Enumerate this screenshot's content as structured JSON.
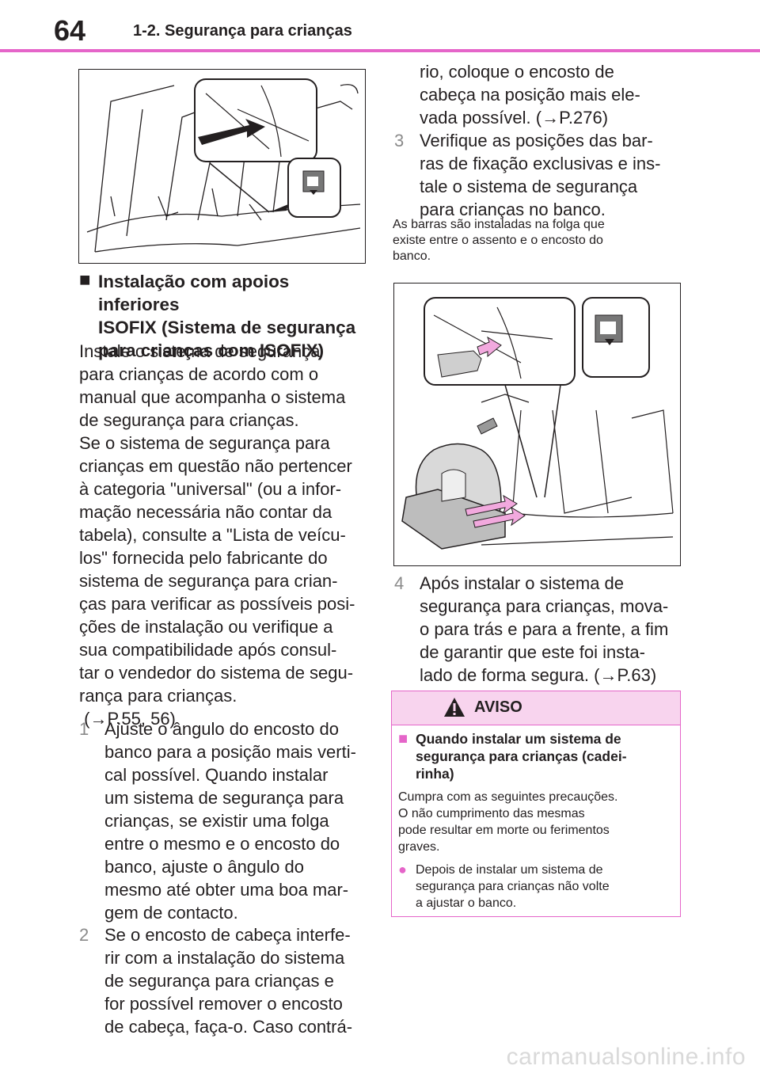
{
  "header": {
    "page_number": "64",
    "section_title": "1-2. Segurança para crianças"
  },
  "left_column": {
    "heading_marker": "■",
    "heading_lines": [
      "Instalação com apoios inferiores",
      "ISOFIX (Sistema de segurança",
      "para crianças com ISOFIX)"
    ],
    "paragraph1_lines": [
      "Instale o sistema de segurança",
      "para crianças de acordo com o",
      "manual que acompanha o sistema",
      "de segurança para crianças."
    ],
    "paragraph2_lines": [
      "Se o sistema de segurança para",
      "crianças em questão não pertencer",
      "à categoria \"universal\" (ou a infor-",
      "mação necessária não contar da",
      "tabela), consulte a \"Lista de veícu-",
      "los\" fornecida pelo fabricante do",
      "sistema de segurança para crian-",
      "ças para verificar as possíveis posi-",
      "ções de instalação ou verifique a",
      "sua compatibilidade após consul-",
      "tar o vendedor do sistema de segu-",
      "rança para crianças.",
      " (→P.55, 56)"
    ],
    "step1": {
      "num": "1",
      "lines": [
        "Ajuste o ângulo do encosto do",
        "banco para a posição mais verti-",
        "cal possível. Quando instalar",
        "um sistema de segurança para",
        "crianças, se existir uma folga",
        "entre o mesmo e o encosto do",
        "banco, ajuste o ângulo do",
        "mesmo até obter uma boa mar-",
        "gem de contacto."
      ]
    },
    "step2": {
      "num": "2",
      "lines": [
        "Se o encosto de cabeça interfe-",
        "rir com a instalação do sistema",
        "de segurança para crianças e",
        "for possível remover o encosto",
        "de cabeça, faça-o. Caso contrá-"
      ]
    }
  },
  "right_column": {
    "step2_cont_lines": [
      "rio, coloque o encosto de",
      "cabeça na posição mais ele-",
      "vada possível. (→P.276)"
    ],
    "step3": {
      "num": "3",
      "lines": [
        "Verifique as posições das bar-",
        "ras de fixação exclusivas e ins-",
        "tale o sistema de segurança",
        "para crianças no banco."
      ]
    },
    "note_lines": [
      "As barras são instaladas na folga que",
      "existe entre o assento e o encosto do",
      "banco."
    ],
    "step4": {
      "num": "4",
      "lines": [
        "Após instalar o sistema de",
        "segurança para crianças, mova-",
        "o para trás e para a frente, a fim",
        "de garantir que este foi insta-",
        "lado de forma segura. (→P.63)"
      ]
    }
  },
  "aviso": {
    "title": "AVISO",
    "heading_marker": "■",
    "heading_lines": [
      "Quando instalar um sistema de",
      "segurança para crianças (cadei-",
      "rinha)"
    ],
    "body_lines": [
      "Cumpra com as seguintes precauções.",
      "O não cumprimento das mesmas",
      "pode resultar em morte ou ferimentos",
      "graves."
    ],
    "bullet_marker": "●",
    "bullet_lines": [
      "Depois de instalar um sistema de",
      "segurança para crianças não volte",
      "a ajustar o banco."
    ]
  },
  "colors": {
    "accent": "#e565c9",
    "aviso_bg": "#f8d4ee",
    "step_number": "#8a8a8a"
  },
  "watermark": "carmanualsonline.info"
}
